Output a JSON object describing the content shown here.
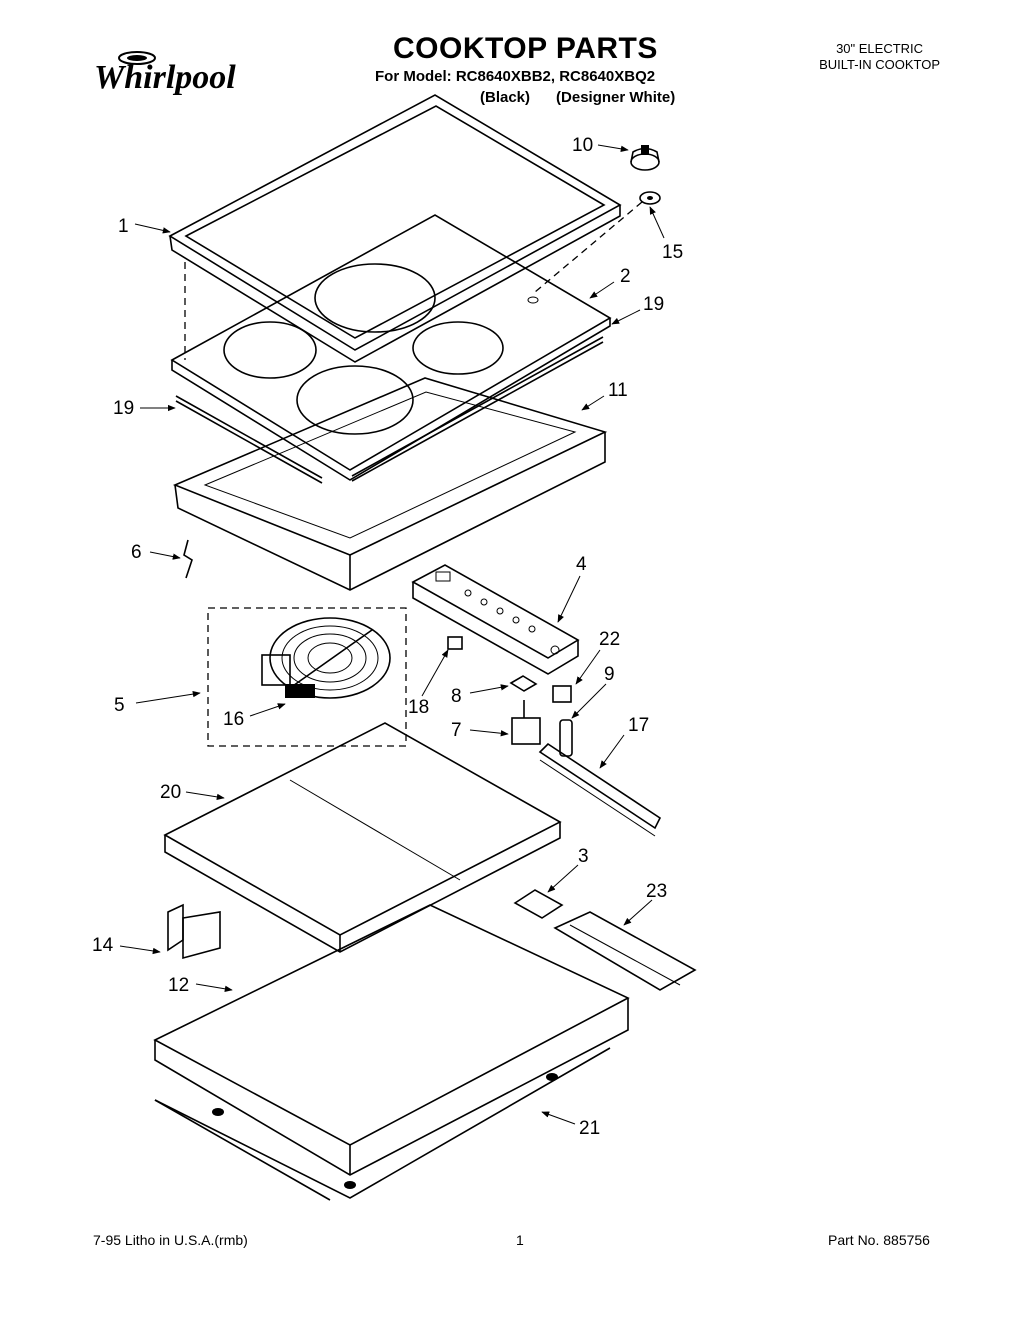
{
  "header": {
    "brand": "Whirlpool",
    "title": "COOKTOP PARTS",
    "model_line": "For Model: RC8640XBB2, RC8640XBQ2",
    "variant_black": "(Black)",
    "variant_white": "(Designer White)",
    "type_line1": "30\" ELECTRIC",
    "type_line2": "BUILT-IN COOKTOP"
  },
  "callouts": {
    "c1": "1",
    "c2": "2",
    "c3": "3",
    "c4": "4",
    "c5": "5",
    "c6": "6",
    "c7": "7",
    "c8": "8",
    "c9": "9",
    "c10": "10",
    "c11": "11",
    "c12": "12",
    "c14": "14",
    "c15": "15",
    "c16": "16",
    "c17": "17",
    "c18": "18",
    "c19a": "19",
    "c19b": "19",
    "c20": "20",
    "c21": "21",
    "c22": "22",
    "c23": "23"
  },
  "footer": {
    "litho": "7-95 Litho in U.S.A.(rmb)",
    "page": "1",
    "part_no": "Part No. 885756"
  }
}
